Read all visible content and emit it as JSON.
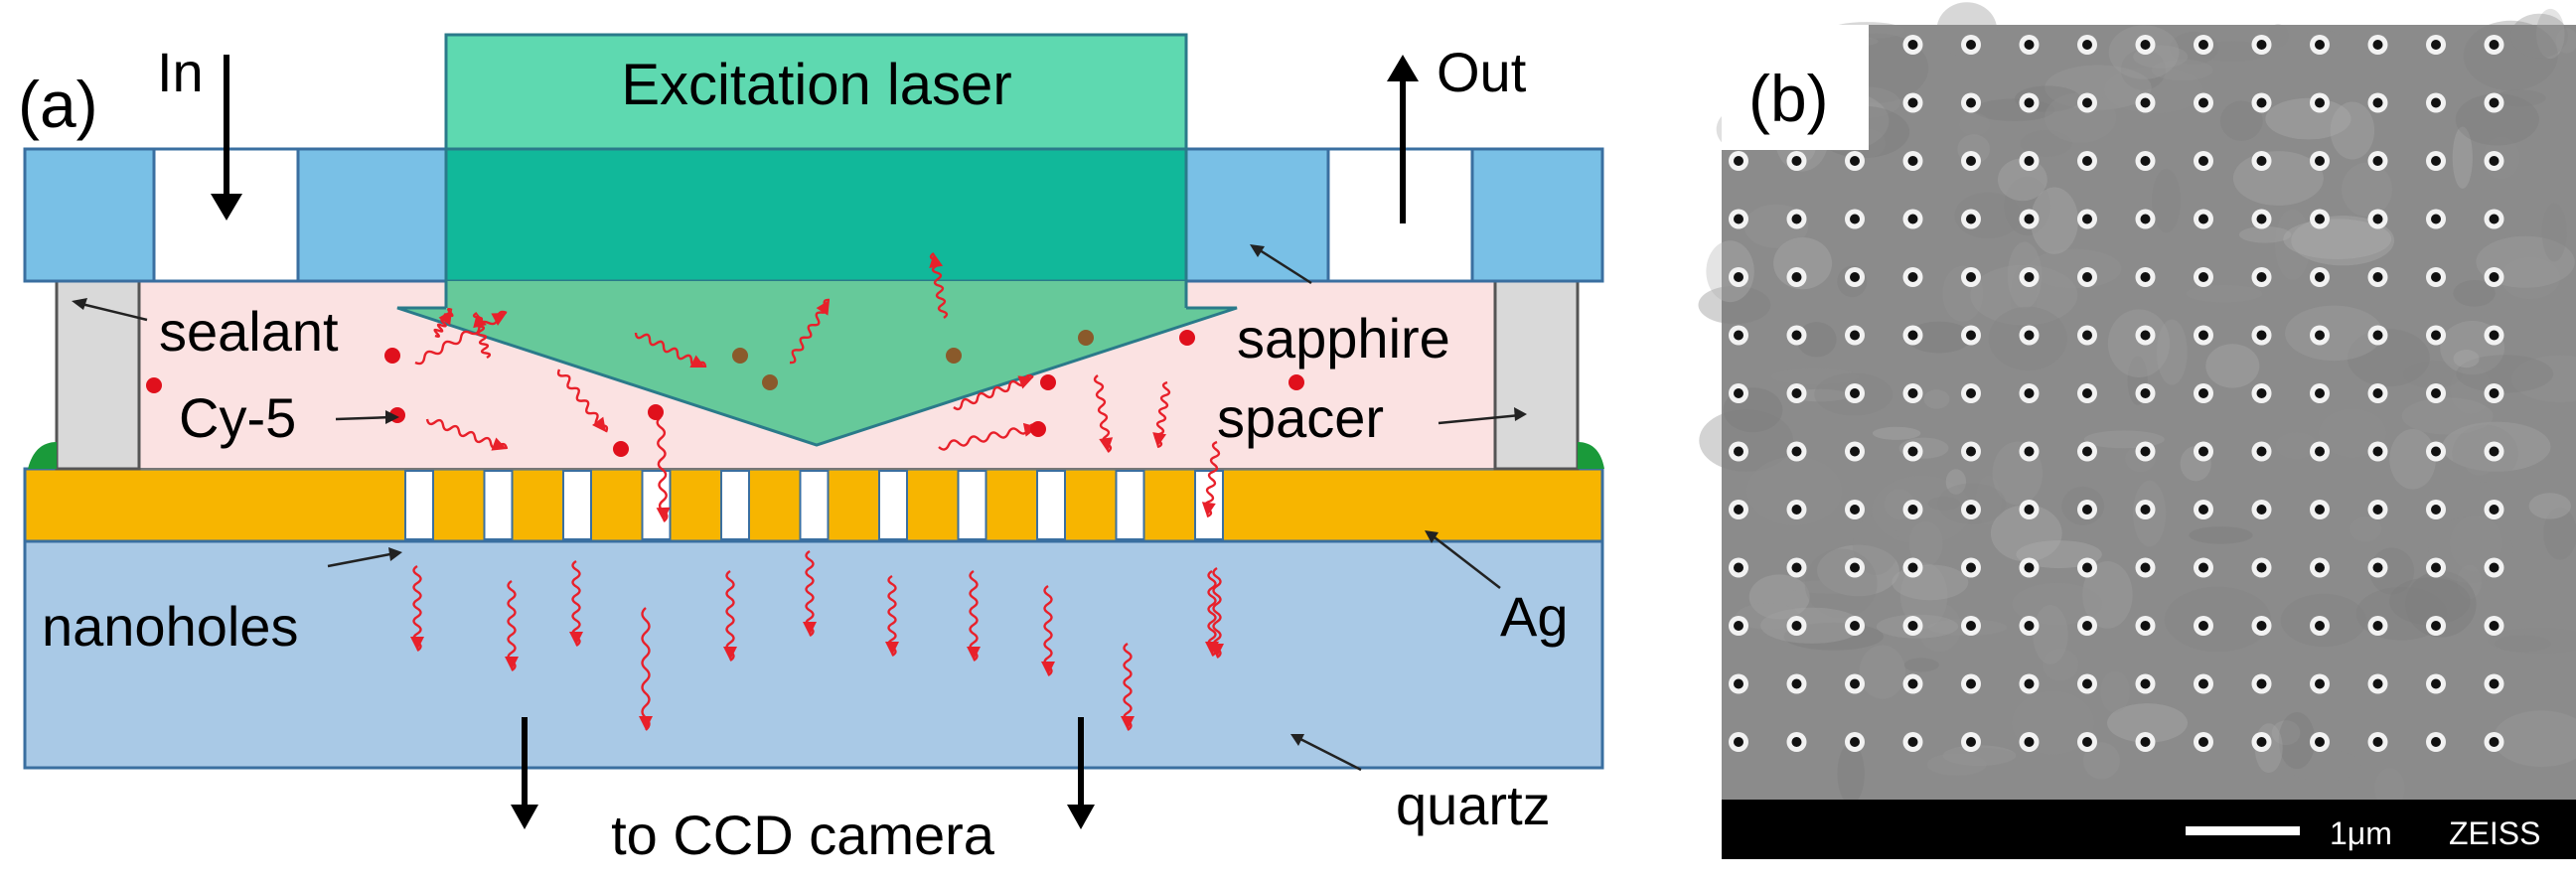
{
  "panel_a": {
    "label": "(a)",
    "in_label": "In",
    "out_label": "Out",
    "laser_label": "Excitation laser",
    "sealant_label": "sealant",
    "cy5_label": "Cy-5",
    "sapphire_label": "sapphire",
    "spacer_label": "spacer",
    "nanoholes_label": "nanoholes",
    "ag_label": "Ag",
    "quartz_label": "quartz",
    "ccd_label": "to CCD camera"
  },
  "panel_b": {
    "label": "(b)",
    "scale_label": "1μm",
    "brand": "ZEISS"
  },
  "colors": {
    "sapphire": "#79c0e6",
    "laser_top": "#5ed9b0",
    "laser_mid": "#11b89a",
    "laser_tip": "#66c99a",
    "chamber": "#fbe2e2",
    "spacer": "#d9d9d9",
    "silver_film": "#f7b500",
    "quartz": "#a9c9e6",
    "emission": "#e8202a",
    "sealant_green": "#1a9a3a"
  }
}
